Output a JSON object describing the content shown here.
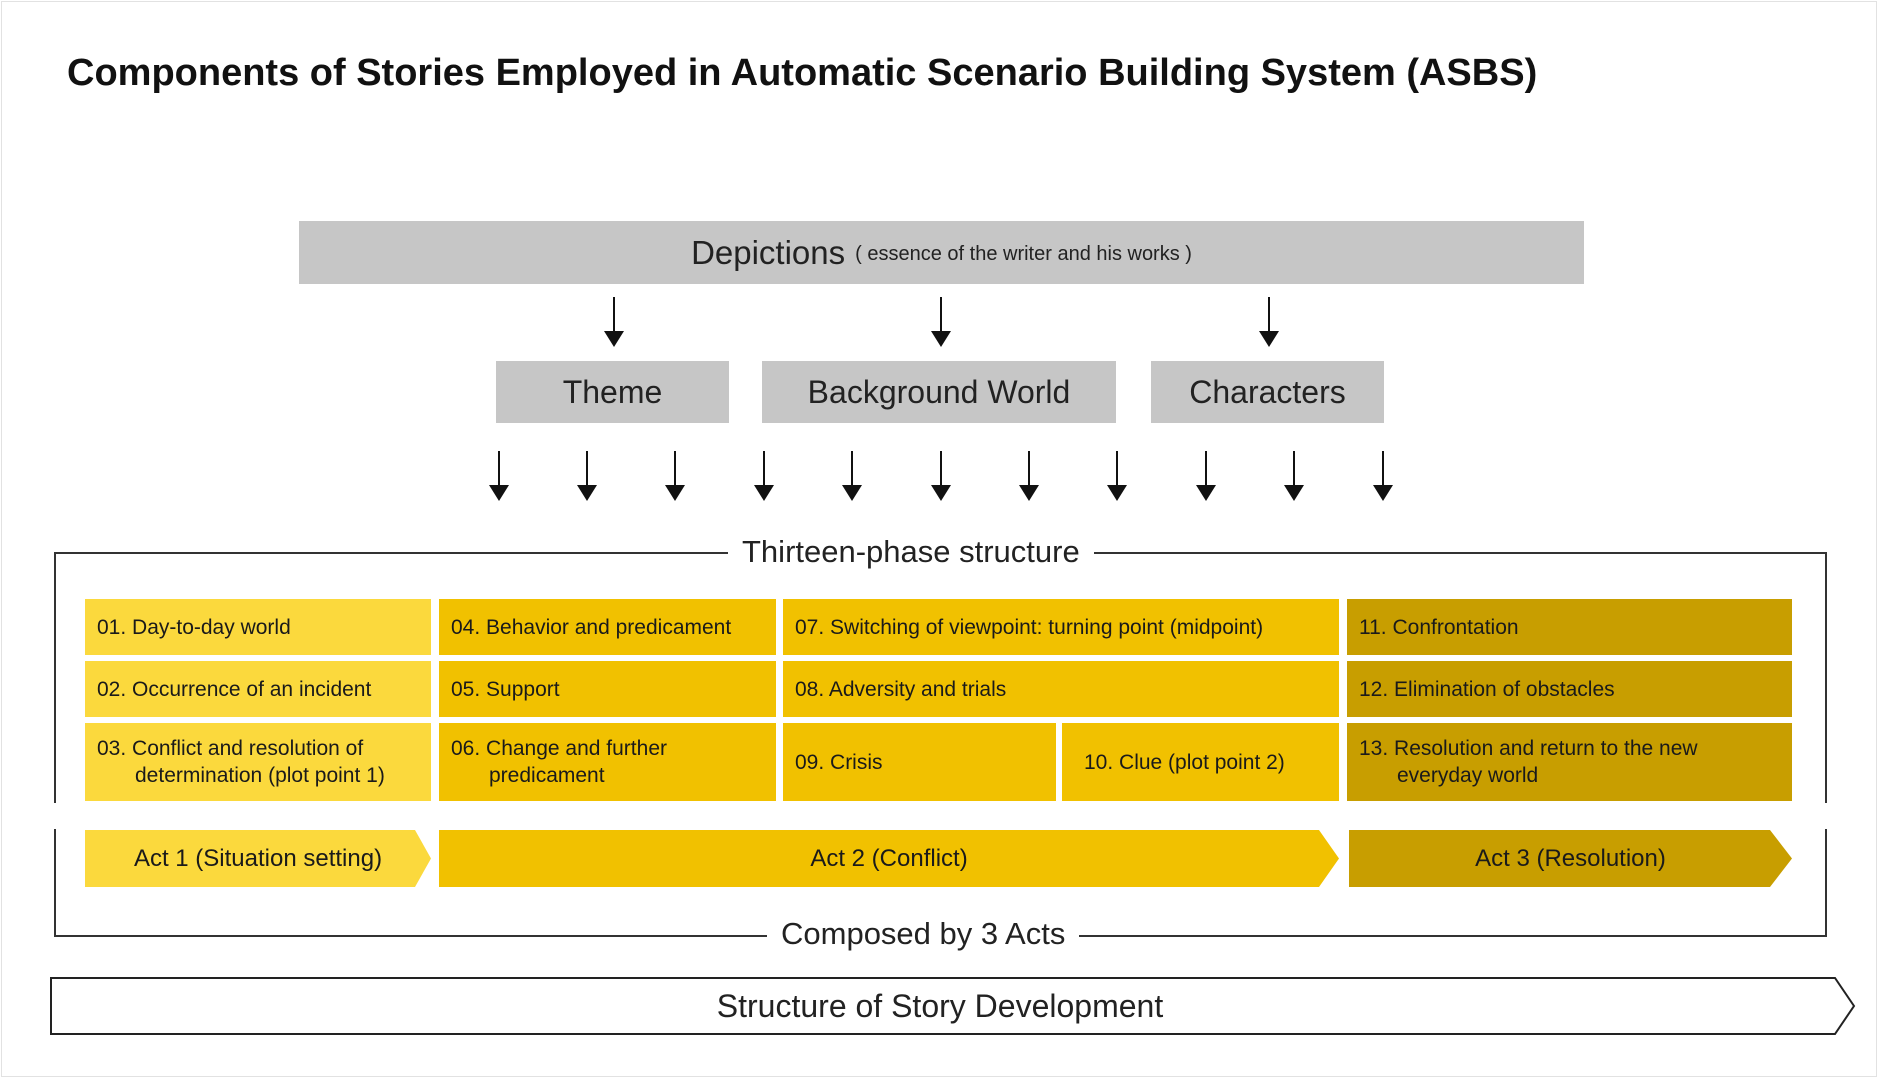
{
  "title": "Components of Stories Employed in Automatic Scenario Building System (ASBS)",
  "depictions": {
    "label": "Depictions",
    "sublabel": "( essence of the writer and his works )"
  },
  "components": [
    {
      "label": "Theme"
    },
    {
      "label": "Background World"
    },
    {
      "label": "Characters"
    }
  ],
  "thirteen_phase": {
    "label": "Thirteen-phase structure",
    "phases": [
      {
        "text": "01. Day-to-day world",
        "act": 1
      },
      {
        "text": "02. Occurrence of an incident",
        "act": 1
      },
      {
        "text": "03. Conflict and resolution of determination (plot point 1)",
        "act": 1
      },
      {
        "text": "04. Behavior and predicament",
        "act": 2
      },
      {
        "text": "05. Support",
        "act": 2
      },
      {
        "text": "06. Change and further predicament",
        "act": 2
      },
      {
        "text": "07. Switching of viewpoint: turning point (midpoint)",
        "act": 2
      },
      {
        "text": "08. Adversity and trials",
        "act": 2
      },
      {
        "text": "09. Crisis",
        "act": 2
      },
      {
        "text": "10. Clue (plot point 2)",
        "act": 2
      },
      {
        "text": "11. Confrontation",
        "act": 3
      },
      {
        "text": "12. Elimination of obstacles",
        "act": 3
      },
      {
        "text": "13. Resolution and return to the new everyday world",
        "act": 3
      }
    ]
  },
  "acts": {
    "label": "Composed by 3 Acts",
    "items": [
      {
        "label": "Act 1 (Situation setting)"
      },
      {
        "label": "Act 2 (Conflict)"
      },
      {
        "label": "Act 3 (Resolution)"
      }
    ]
  },
  "story_structure": {
    "label": "Structure of Story Development"
  },
  "colors": {
    "depiction_gray": "#c6c6c6",
    "act1_yellow": "#fbd93d",
    "act2_yellow": "#f1c100",
    "act3_gold": "#c89e00",
    "line": "#333333"
  }
}
